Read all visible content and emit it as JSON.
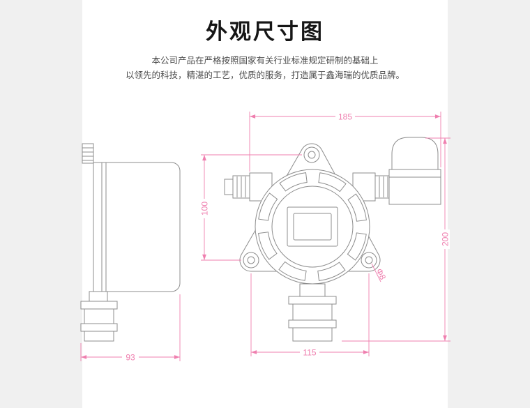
{
  "page": {
    "background_color": "#f0f0f0",
    "panel_background_color": "#ffffff",
    "dimension_line_color": "#ef7faf",
    "drawing_line_color": "#8c8c8c"
  },
  "header": {
    "title": "外观尺寸图",
    "subtitle_line1": "本公司产品在严格按照国家有关行业标准规定研制的基础上",
    "subtitle_line2": "以领先的科技，精湛的工艺，优质的服务，打造属于鑫海瑞的优质品牌。"
  },
  "drawing": {
    "type": "technical-dimension-drawing",
    "dimensions": {
      "top_width": "185",
      "left_hole_spacing": "100",
      "right_height": "200",
      "bottom_hole_spacing": "115",
      "side_depth": "93",
      "hole_diameter": "Φ8"
    }
  }
}
